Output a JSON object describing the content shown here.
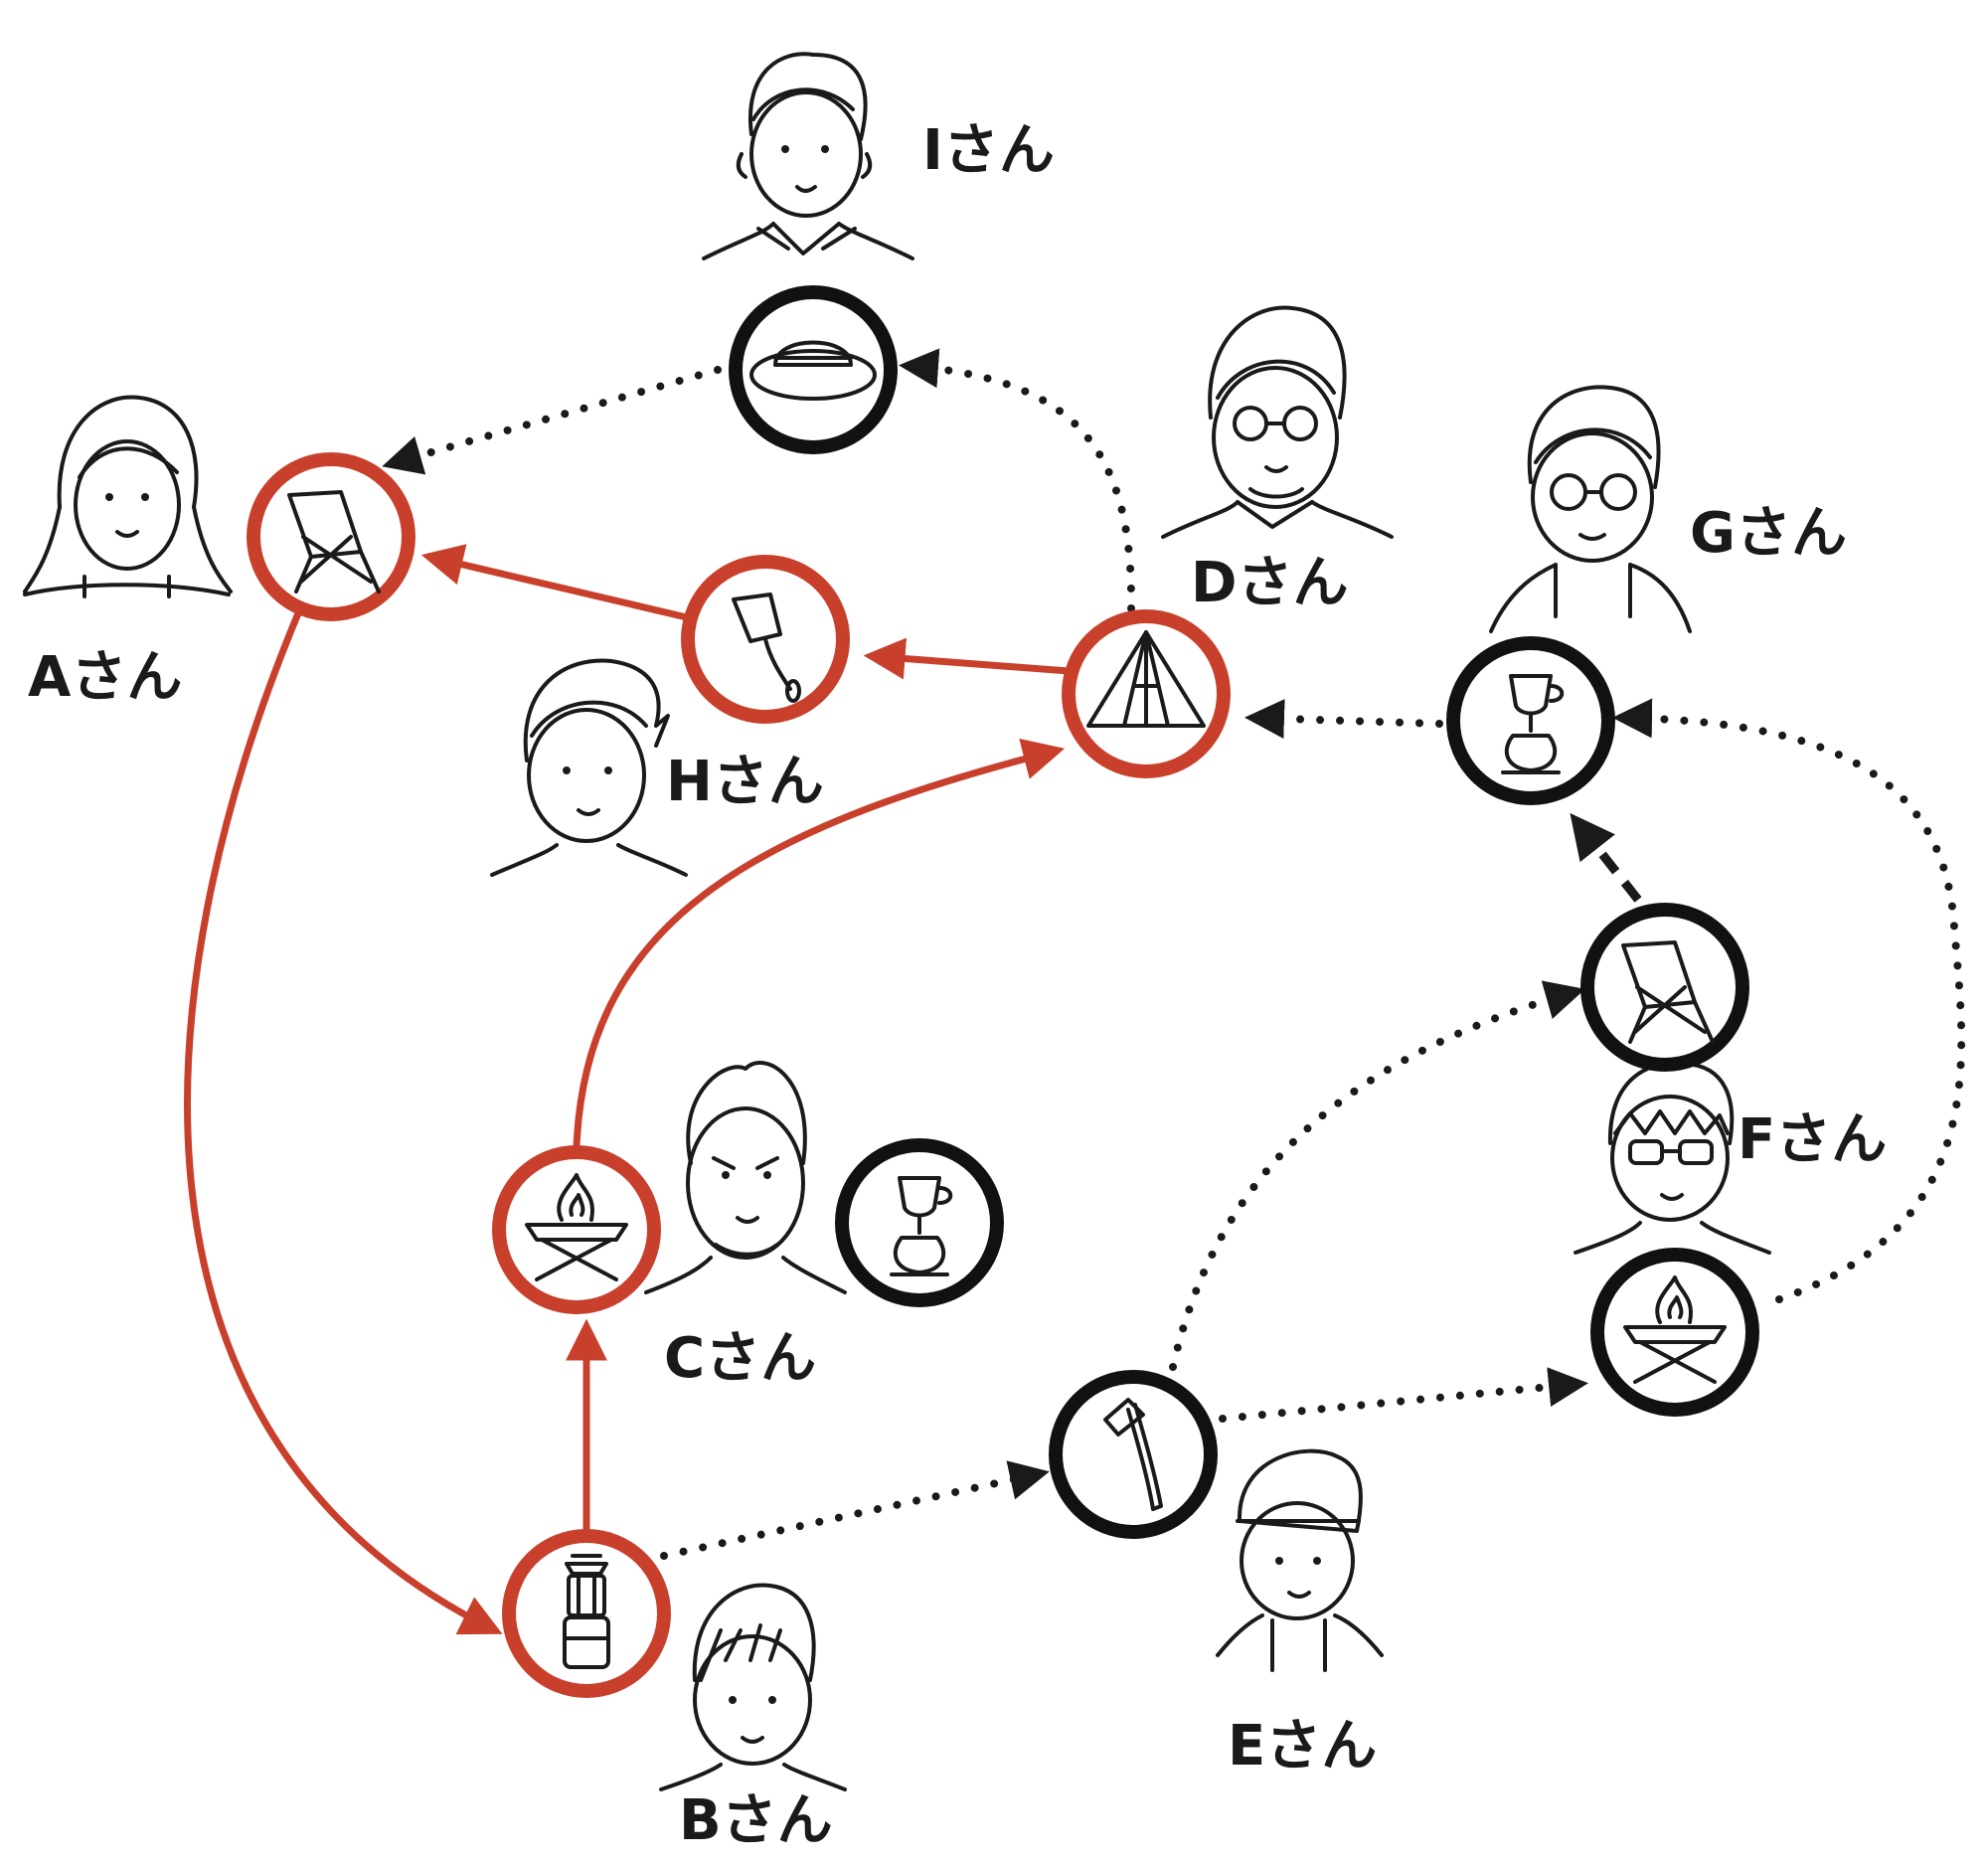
{
  "people": {
    "a": {
      "label": "Aさん"
    },
    "b": {
      "label": "Bさん"
    },
    "c": {
      "label": "Cさん"
    },
    "d": {
      "label": "Dさん"
    },
    "e": {
      "label": "Eさん"
    },
    "f": {
      "label": "Fさん"
    },
    "g": {
      "label": "Gさん"
    },
    "h": {
      "label": "Hさん"
    },
    "i": {
      "label": "Iさん"
    }
  },
  "items": [
    {
      "id": "i-hat",
      "icon": "hat-icon",
      "ring": "black"
    },
    {
      "id": "a-chair",
      "icon": "chair-icon",
      "ring": "red"
    },
    {
      "id": "h-shovel",
      "icon": "shovel-icon",
      "ring": "red"
    },
    {
      "id": "d-tent",
      "icon": "tent-icon",
      "ring": "red"
    },
    {
      "id": "g-coffee",
      "icon": "coffee-siphon-icon",
      "ring": "black"
    },
    {
      "id": "f-chair",
      "icon": "chair-icon",
      "ring": "black"
    },
    {
      "id": "c-firepit",
      "icon": "fire-pit-icon",
      "ring": "red"
    },
    {
      "id": "c-coffee",
      "icon": "coffee-siphon-icon",
      "ring": "black"
    },
    {
      "id": "b-lantern",
      "icon": "lantern-icon",
      "ring": "red"
    },
    {
      "id": "e-axe",
      "icon": "axe-icon",
      "ring": "black"
    },
    {
      "id": "ef-firepit",
      "icon": "fire-pit-icon",
      "ring": "black"
    }
  ],
  "edges": [
    {
      "from": "a-chair",
      "to": "b-lantern",
      "style": "red-solid"
    },
    {
      "from": "b-lantern",
      "to": "c-firepit",
      "style": "red-solid"
    },
    {
      "from": "c-firepit",
      "to": "d-tent",
      "style": "red-solid"
    },
    {
      "from": "d-tent",
      "to": "h-shovel",
      "style": "red-solid"
    },
    {
      "from": "h-shovel",
      "to": "a-chair",
      "style": "red-solid"
    },
    {
      "from": "d-tent",
      "to": "i-hat",
      "style": "black-dotted"
    },
    {
      "from": "i-hat",
      "to": "a-chair",
      "style": "black-dotted"
    },
    {
      "from": "g-coffee",
      "to": "d-tent",
      "style": "black-dotted"
    },
    {
      "from": "f-chair",
      "to": "g-coffee",
      "style": "black-dashed"
    },
    {
      "from": "ef-firepit",
      "to": "g-coffee",
      "style": "black-dotted"
    },
    {
      "from": "e-axe",
      "to": "f-chair",
      "style": "black-dotted"
    },
    {
      "from": "e-axe",
      "to": "ef-firepit",
      "style": "black-dotted"
    },
    {
      "from": "b-lantern",
      "to": "e-axe",
      "style": "black-dotted"
    }
  ],
  "colors": {
    "red": "#c8402c",
    "black": "#111111",
    "text": "#1a1a1a"
  }
}
